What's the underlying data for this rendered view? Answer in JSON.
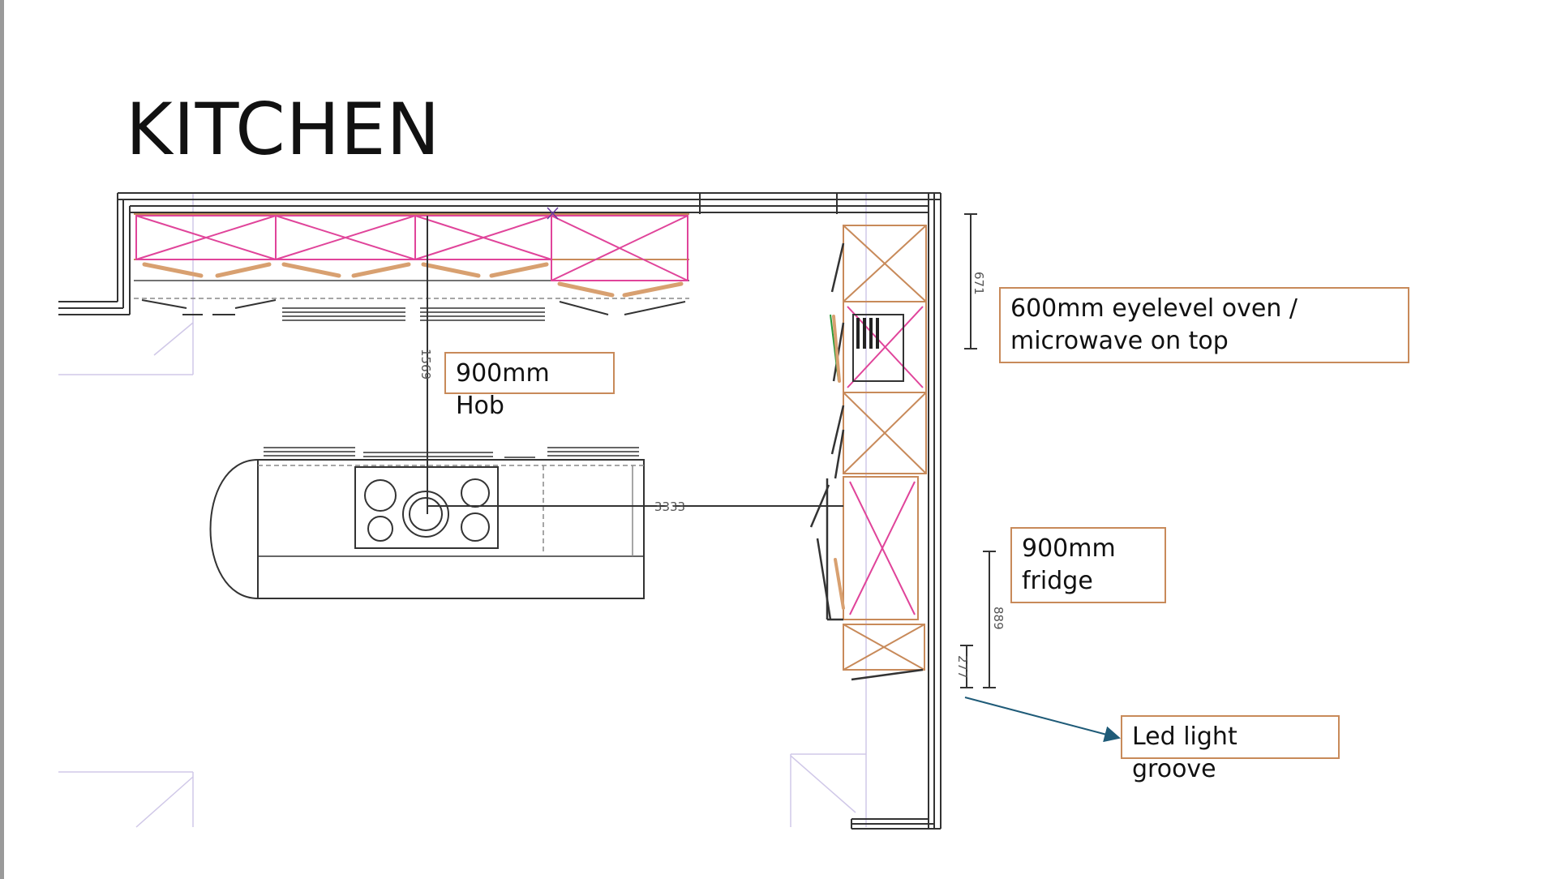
{
  "page": {
    "title": "KITCHEN"
  },
  "labels": {
    "hob": "900mm Hob",
    "oven": "600mm eyelevel oven / microwave on top",
    "fridge_line1": "900mm",
    "fridge_line2": "fridge",
    "led": "Led light groove"
  },
  "dimensions": {
    "hob_to_wall": "1569",
    "island_to_units": "3333",
    "oven_upper": "671",
    "fridge_height": "889",
    "led_gap": "277"
  },
  "colors": {
    "cabinet_outline": "#c88a5a",
    "cross_pink": "#e0449a",
    "cross_brown": "#b5764a",
    "wall": "#333333",
    "arrow": "#1f5b78"
  }
}
